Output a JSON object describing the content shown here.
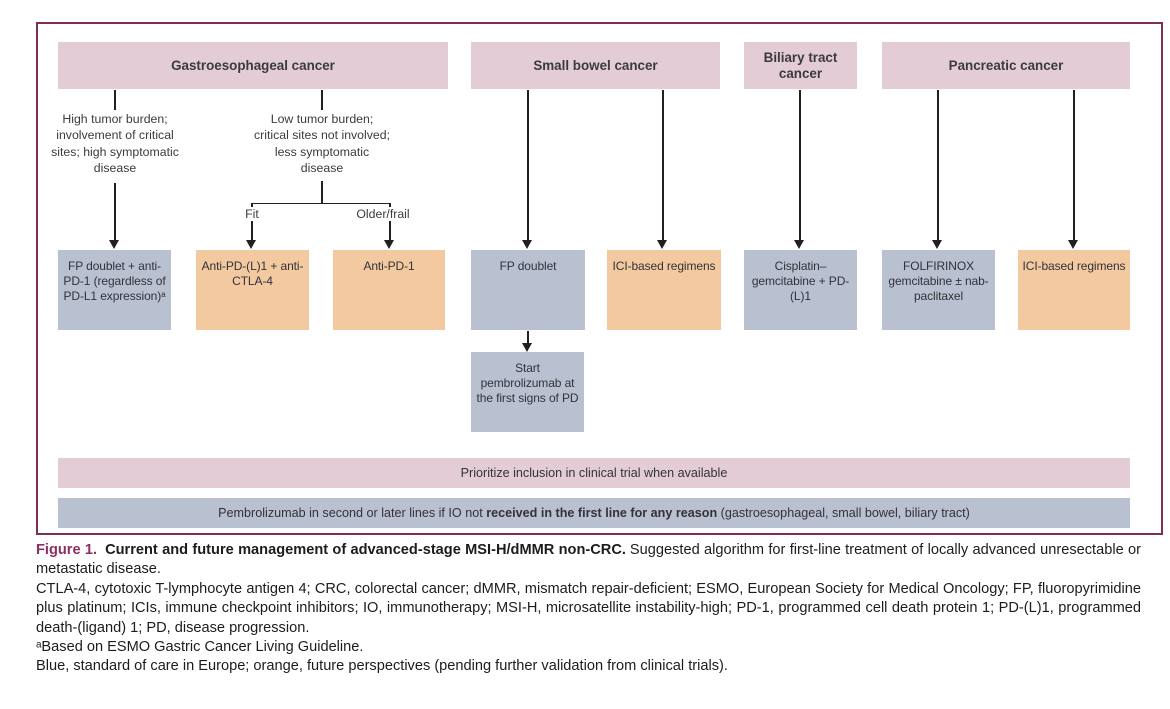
{
  "figure": {
    "headers": {
      "gastroesophageal": "Gastroesophageal cancer",
      "small_bowel": "Small bowel cancer",
      "biliary": "Biliary tract cancer",
      "pancreatic": "Pancreatic cancer"
    },
    "conditions": {
      "high_burden": "High tumor burden; involvement of critical sites; high symptomatic disease",
      "low_burden": "Low tumor burden; critical sites not involved; less symptomatic disease"
    },
    "branch_labels": {
      "fit": "Fit",
      "older_frail": "Older/frail"
    },
    "treatment_boxes": {
      "gastro_high": "FP doublet + anti-PD-1 (regardless of PD-L1 expression)ᵃ",
      "gastro_fit": "Anti-PD-(L)1 + anti-CTLA-4",
      "gastro_older": "Anti-PD-1",
      "small_bowel_fp": "FP doublet",
      "small_bowel_ici": "ICI-based regimens",
      "biliary_regimen": "Cisplatin–gemcitabine + PD-(L)1",
      "pancreatic_chemo": "FOLFIRINOX gemcitabine ± nab-paclitaxel",
      "pancreatic_ici": "ICI-based regimens",
      "small_bowel_pembro": "Start pembrolizumab at the first signs of PD"
    },
    "banners": {
      "trial": "Prioritize inclusion in clinical trial when available",
      "pembro_pre": "Pembrolizumab in second or later lines if IO not ",
      "pembro_bold": "received in the first line for any reason",
      "pembro_post": " (gastroesophageal, small bowel, biliary tract)"
    },
    "colors": {
      "standard_of_care_blue": "#b9c0cf",
      "future_perspective_orange": "#f3c9a0",
      "header_pink": "#e4ccd6",
      "frame_border": "#7e2d53",
      "figure_label": "#8d2f63"
    }
  },
  "caption": {
    "label": "Figure 1.",
    "title_bold": "Current and future management of advanced-stage MSI-H/dMMR non-CRC.",
    "title_rest": "Suggested algorithm for first-line treatment of locally advanced unresectable or metastatic disease.",
    "abbreviations": "CTLA-4, cytotoxic T-lymphocyte antigen 4; CRC, colorectal cancer; dMMR, mismatch repair-deficient; ESMO, European Society for Medical Oncology; FP, fluoropyrimidine plus platinum; ICIs, immune checkpoint inhibitors; IO, immunotherapy; MSI-H, microsatellite instability-high; PD-1, programmed cell death protein 1; PD-(L)1, programmed death-(ligand) 1; PD, disease progression.",
    "footnote": "ᵃBased on ESMO Gastric Cancer Living Guideline.",
    "legend": "Blue, standard of care in Europe; orange, future perspectives (pending further validation from clinical trials)."
  }
}
